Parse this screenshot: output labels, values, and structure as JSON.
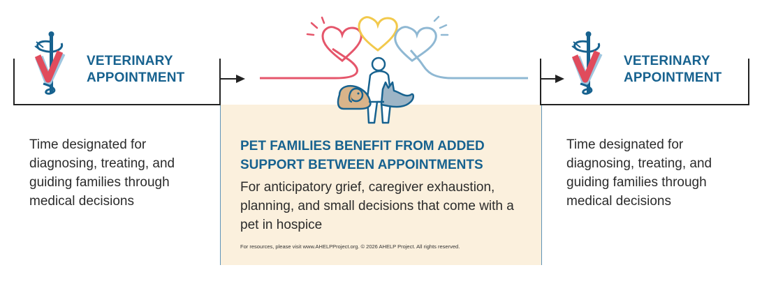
{
  "left_appointment": {
    "icon": "veterinary-caduceus-icon",
    "title_line1": "VETERINARY",
    "title_line2": "APPOINTMENT",
    "description": "Time designated for diagnosing, treating, and guiding families through medical decisions"
  },
  "center": {
    "icon": "person-with-dog-and-cat-icon",
    "hearts": [
      "red-heart-icon",
      "yellow-heart-icon",
      "blue-heart-icon"
    ],
    "heading_line1": "PET FAMILIES BENEFIT FROM ADDED",
    "heading_line2": "SUPPORT BETWEEN APPOINTMENTS",
    "body": "For anticipatory grief, caregiver exhaustion, planning, and small decisions that come with a pet in hospice",
    "footnote": "For resources, please visit www.AHELPProject.org.  © 2026 AHELP Project. All rights reserved."
  },
  "right_appointment": {
    "icon": "veterinary-caduceus-icon",
    "title_line1": "VETERINARY",
    "title_line2": "APPOINTMENT",
    "description": "Time designated for diagnosing, treating, and guiding families through medical decisions"
  },
  "colors": {
    "title_blue": "#17628f",
    "panel_bg": "#fbf0dd",
    "heart_red": "#e5566b",
    "heart_yellow": "#f2c94c",
    "heart_blue": "#8fb8d3",
    "line_dark": "#222222",
    "v_red": "#e04b5c"
  }
}
